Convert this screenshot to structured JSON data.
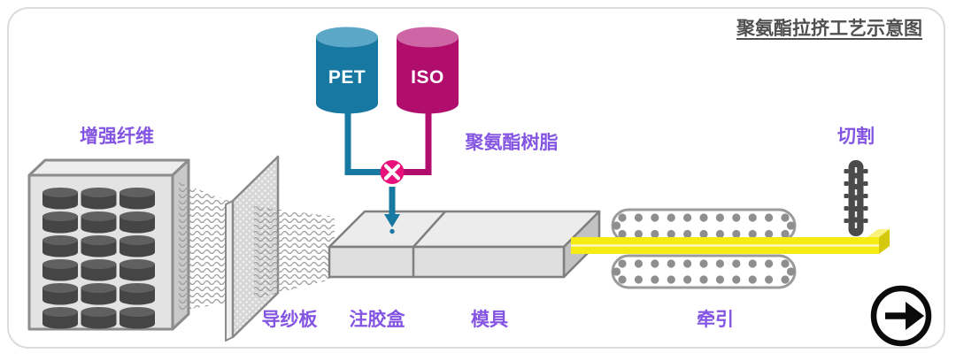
{
  "title": "聚氨酯拉挤工艺示意图",
  "tanks": {
    "pet": "PET",
    "iso": "ISO"
  },
  "labels": {
    "reinforcing_fiber": "增强纤维",
    "guide_plate": "导纱板",
    "pu_resin": "聚氨酯树脂",
    "injection_box": "注胶盒",
    "die": "模具",
    "puller": "牵引",
    "cutting": "切割"
  },
  "icons": {
    "mixer": "mixer-valve-icon",
    "injection_arrow": "down-arrow-icon",
    "saw": "saw-blade-icon",
    "next": "next-arrow-icon"
  },
  "colors": {
    "pet_blue": "#1778a2",
    "pet_blue_light": "#5aa7c8",
    "iso_magenta": "#b00d6d",
    "iso_magenta_light": "#ce66a6",
    "mixer_pink": "#e8117b",
    "label_purple": "#8455e2",
    "profile_yellow": "#f6eb12",
    "title_gray": "#4f4f4f"
  }
}
